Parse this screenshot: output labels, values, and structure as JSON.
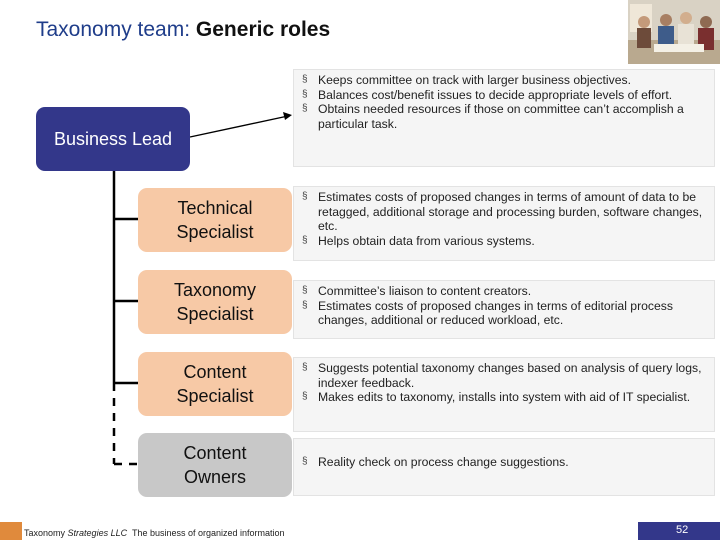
{
  "title": {
    "main": "Taxonomy team:",
    "sub": "Generic roles"
  },
  "roles": [
    {
      "name": "Business Lead",
      "bullets": [
        "Keeps committee on track with larger business objectives.",
        "Balances cost/benefit issues to decide appropriate levels of effort.",
        "Obtains needed resources if those on committee can’t accomplish a particular task."
      ]
    },
    {
      "name": "Technical Specialist",
      "bullets": [
        "Estimates costs of proposed changes in terms of amount of data to be retagged, additional storage and processing burden, software changes, etc.",
        "Helps obtain data from various systems."
      ]
    },
    {
      "name": "Taxonomy Specialist",
      "bullets": [
        "Committee’s liaison to content creators.",
        "Estimates costs of proposed changes in terms of editorial process changes, additional or reduced workload, etc."
      ]
    },
    {
      "name": "Content Specialist",
      "bullets": [
        "Suggests potential taxonomy changes based on analysis of query logs, indexer feedback.",
        "Makes edits to taxonomy, installs into system with aid of IT specialist."
      ]
    },
    {
      "name": "Content Owners",
      "bullets": [
        "Reality check on process change suggestions."
      ]
    }
  ],
  "footer": {
    "company": "Taxonomy",
    "company_italic": "Strategies LLC",
    "tagline": "The business of organized information",
    "page": "52"
  },
  "colors": {
    "title": "#1f3d8a",
    "lead_box": "#33378a",
    "specialist_box": "#f7c9a6",
    "owner_box": "#c8c8c8"
  }
}
